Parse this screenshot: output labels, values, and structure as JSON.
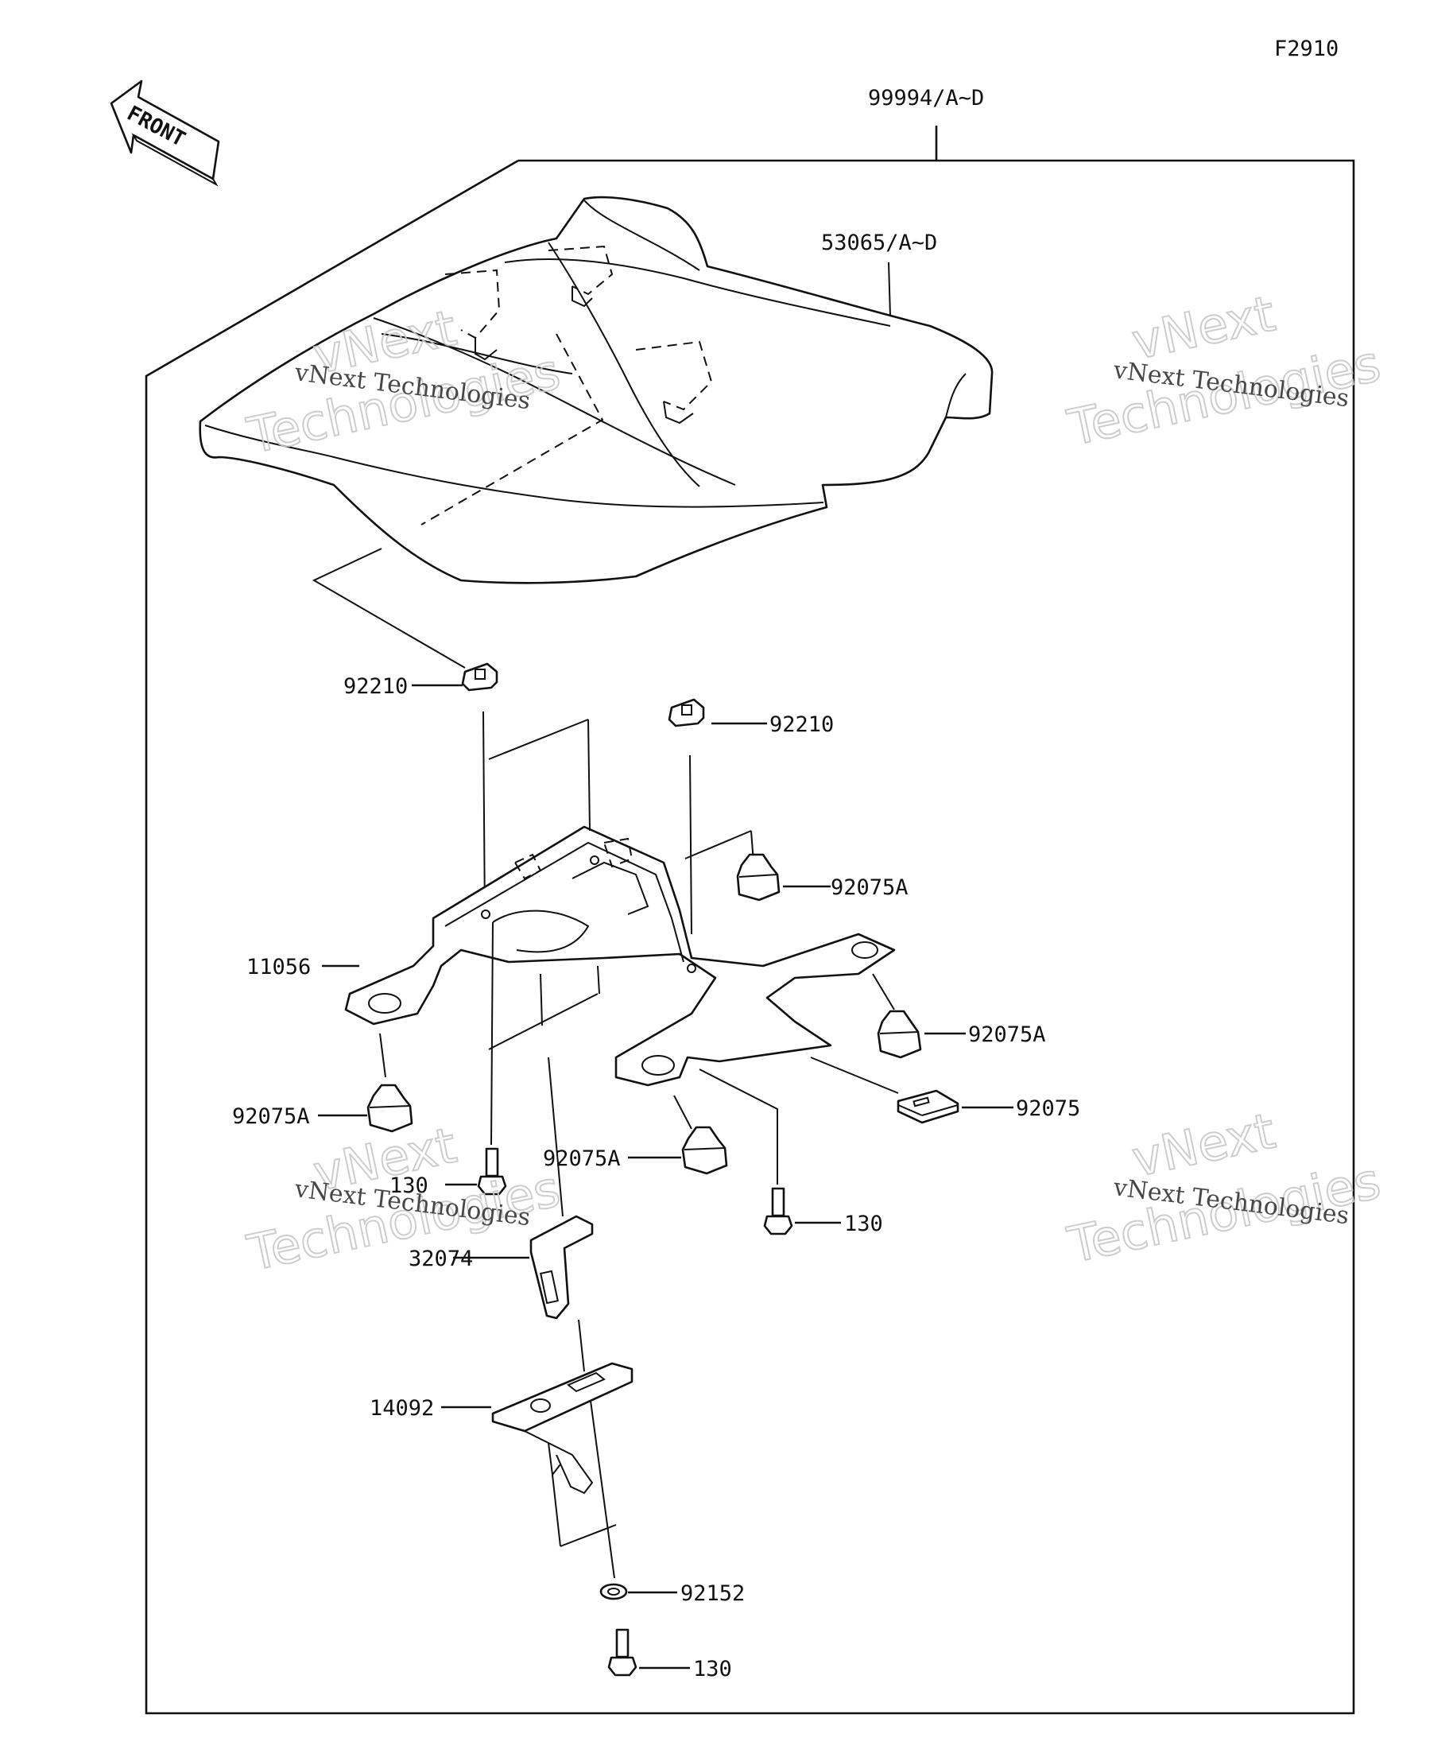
{
  "figure_code": "F2910",
  "direction_label": "FRONT",
  "watermark": {
    "line1": "vNext Technologies",
    "big_top": "vNext",
    "big_bottom": "Technologies"
  },
  "callouts": {
    "assembly": "99994/A~D",
    "seat_cover": "53065/A~D",
    "nut_left": "92210",
    "nut_right": "92210",
    "bracket": "11056",
    "damper_top_right": "92075A",
    "damper_mid_right": "92075A",
    "damper_left": "92075A",
    "damper_center": "92075A",
    "pad": "92075",
    "bolt_left": "130",
    "bolt_right": "130",
    "stay": "32074",
    "latch": "14092",
    "washer": "92152",
    "bolt_bottom": "130"
  }
}
